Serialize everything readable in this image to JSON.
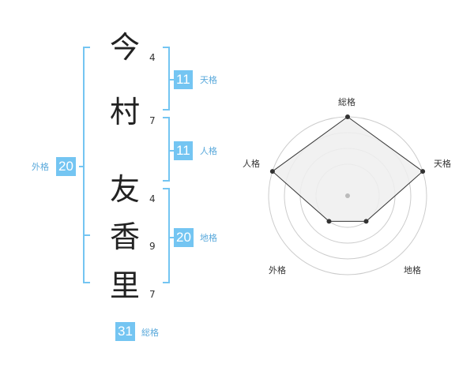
{
  "name": {
    "chars": [
      {
        "char": "今",
        "strokes": "4"
      },
      {
        "char": "村",
        "strokes": "7"
      },
      {
        "char": "友",
        "strokes": "4"
      },
      {
        "char": "香",
        "strokes": "9"
      },
      {
        "char": "里",
        "strokes": "7"
      }
    ]
  },
  "fortunes": {
    "tenkaku": {
      "value": "11",
      "label": "天格"
    },
    "jinkaku": {
      "value": "11",
      "label": "人格"
    },
    "chikaku": {
      "value": "20",
      "label": "地格"
    },
    "gaikaku": {
      "value": "20",
      "label": "外格"
    },
    "soukaku": {
      "value": "31",
      "label": "総格"
    }
  },
  "radar": {
    "axes": [
      "総格",
      "天格",
      "地格",
      "外格",
      "人格"
    ],
    "levels": 4,
    "values": [
      4,
      4,
      1,
      1,
      4
    ],
    "max": 4,
    "colors": {
      "fill": "#eeeeee",
      "line": "#333333",
      "grid": "#cccccc",
      "bracket": "#74c5f2"
    }
  }
}
